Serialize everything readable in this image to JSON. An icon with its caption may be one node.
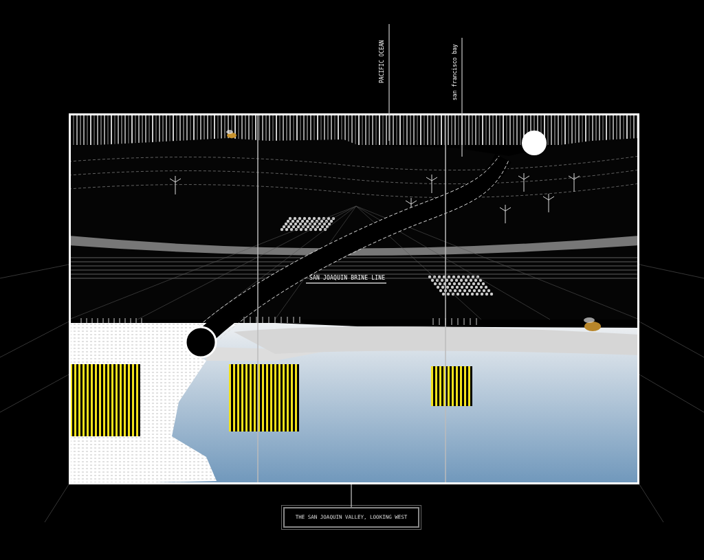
{
  "diagram": {
    "nodes": [
      {
        "text": [],
        "shape": "picture"
      },
      {
        "text": [
          "PACIFIC OCEAN"
        ]
      },
      {
        "text": [
          "san francisco bay"
        ]
      },
      {
        "text": [
          "THE SAN JOAQUIN VALLEY, LOOKING WEST"
        ]
      }
    ],
    "edges": [
      {
        "from": 1,
        "to": 0,
        "arrow": "none"
      },
      {
        "from": 2,
        "to": 0,
        "arrow": "none"
      },
      {
        "from": 3,
        "to": 0,
        "arrow": "none"
      }
    ],
    "labels": [
      "SAN JOAQUIN BRINE LINE"
    ]
  }
}
